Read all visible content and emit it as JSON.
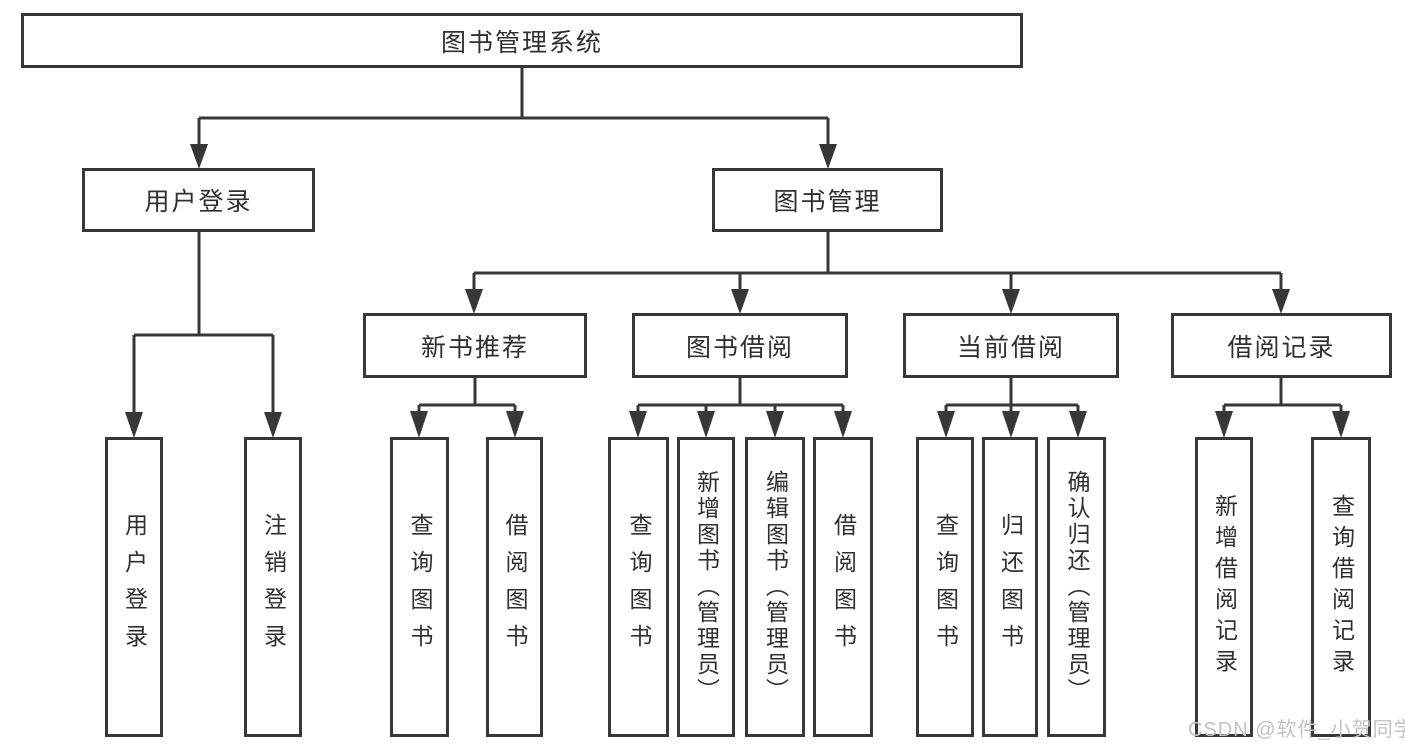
{
  "diagram": {
    "root": {
      "label": "图书管理系统"
    },
    "level2": [
      {
        "label": "用户登录",
        "children": [
          {
            "label": "用户登录"
          },
          {
            "label": "注销登录"
          }
        ]
      },
      {
        "label": "图书管理",
        "children": [
          {
            "label": "新书推荐",
            "children": [
              {
                "label": "查询图书"
              },
              {
                "label": "借阅图书"
              }
            ]
          },
          {
            "label": "图书借阅",
            "children": [
              {
                "label": "查询图书"
              },
              {
                "label": "新增图书（管理员）"
              },
              {
                "label": "编辑图书（管理员）"
              },
              {
                "label": "借阅图书"
              }
            ]
          },
          {
            "label": "当前借阅",
            "children": [
              {
                "label": "查询图书"
              },
              {
                "label": "归还图书"
              },
              {
                "label": "确认归还（管理员）"
              }
            ]
          },
          {
            "label": "借阅记录",
            "children": [
              {
                "label": "新增借阅记录"
              },
              {
                "label": "查询借阅记录"
              }
            ]
          }
        ]
      }
    ]
  },
  "watermark": {
    "text": "CSDN @软件_小贺同学"
  },
  "colors": {
    "line": "#373737",
    "text": "#303030",
    "background": "#ffffff",
    "watermark": "#c3c3c3"
  }
}
